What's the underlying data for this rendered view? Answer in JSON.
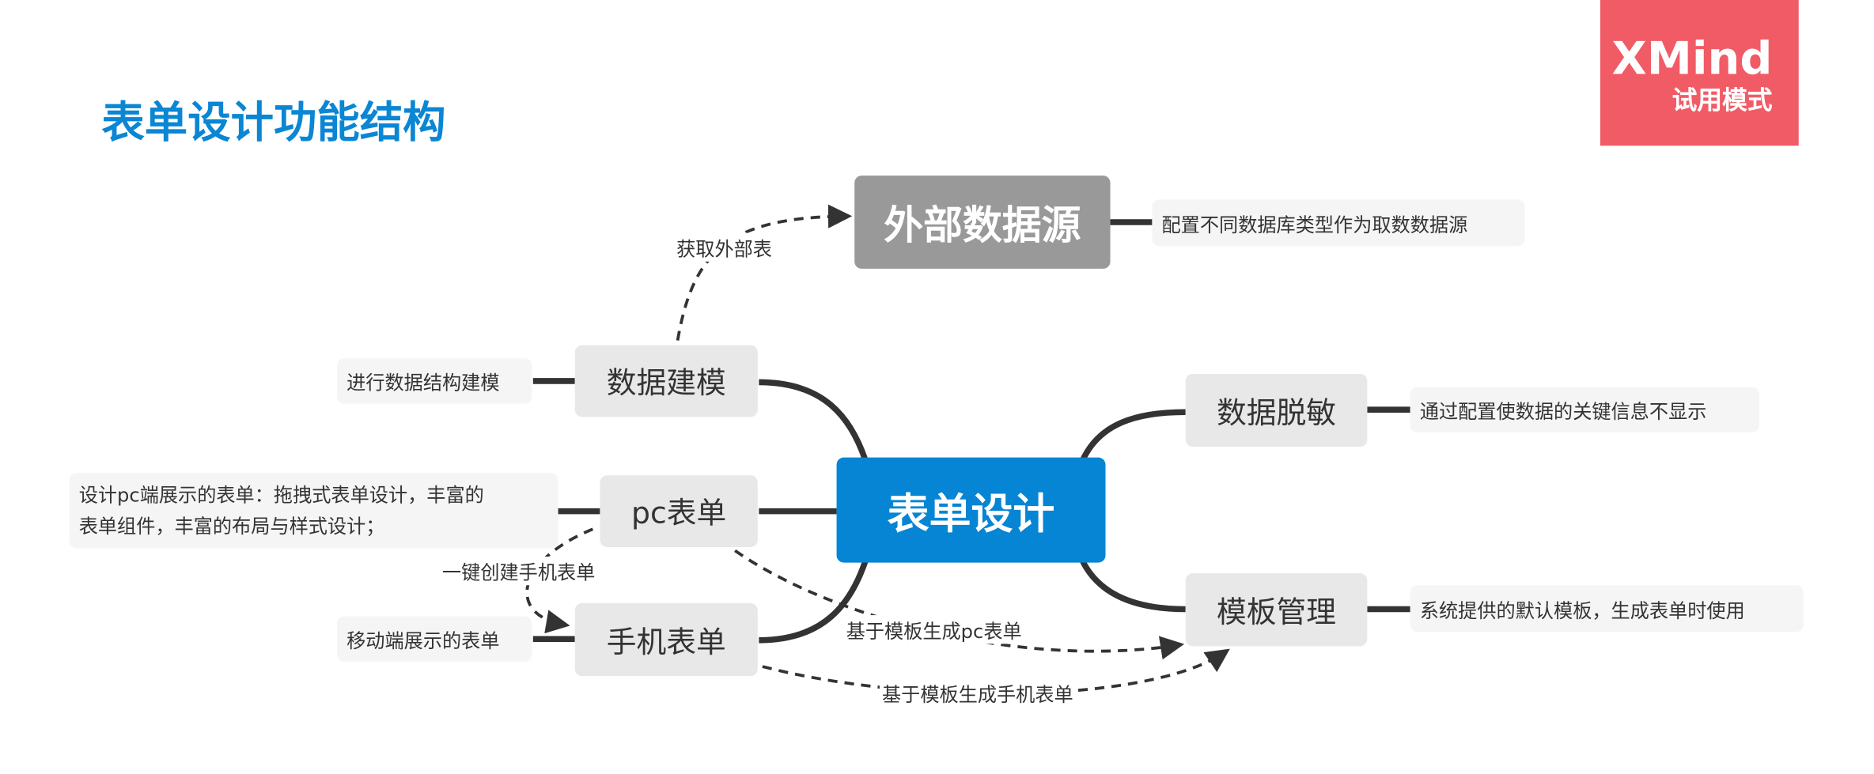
{
  "title": "表单设计功能结构",
  "badge": {
    "brand": "XMind",
    "mode": "试用模式",
    "color": "#f05b66"
  },
  "center": {
    "label": "表单设计",
    "color": "#0585d4"
  },
  "external": {
    "label": "外部数据源",
    "note": "配置不同数据库类型作为取数数据源",
    "color": "#999999"
  },
  "branches": {
    "modeling": {
      "label": "数据建模",
      "note": "进行数据结构建模"
    },
    "pc": {
      "label": "pc表单",
      "note_line1": "设计pc端展示的表单：拖拽式表单设计，丰富的",
      "note_line2": "表单组件，丰富的布局与样式设计；"
    },
    "mobile": {
      "label": "手机表单",
      "note": "移动端展示的表单"
    },
    "masking": {
      "label": "数据脱敏",
      "note": "通过配置使数据的关键信息不显示"
    },
    "template": {
      "label": "模板管理",
      "note": "系统提供的默认模板，生成表单时使用"
    }
  },
  "relations": {
    "fetch_external": "获取外部表",
    "create_mobile": "一键创建手机表单",
    "gen_pc": "基于模板生成pc表单",
    "gen_mobile": "基于模板生成手机表单"
  }
}
